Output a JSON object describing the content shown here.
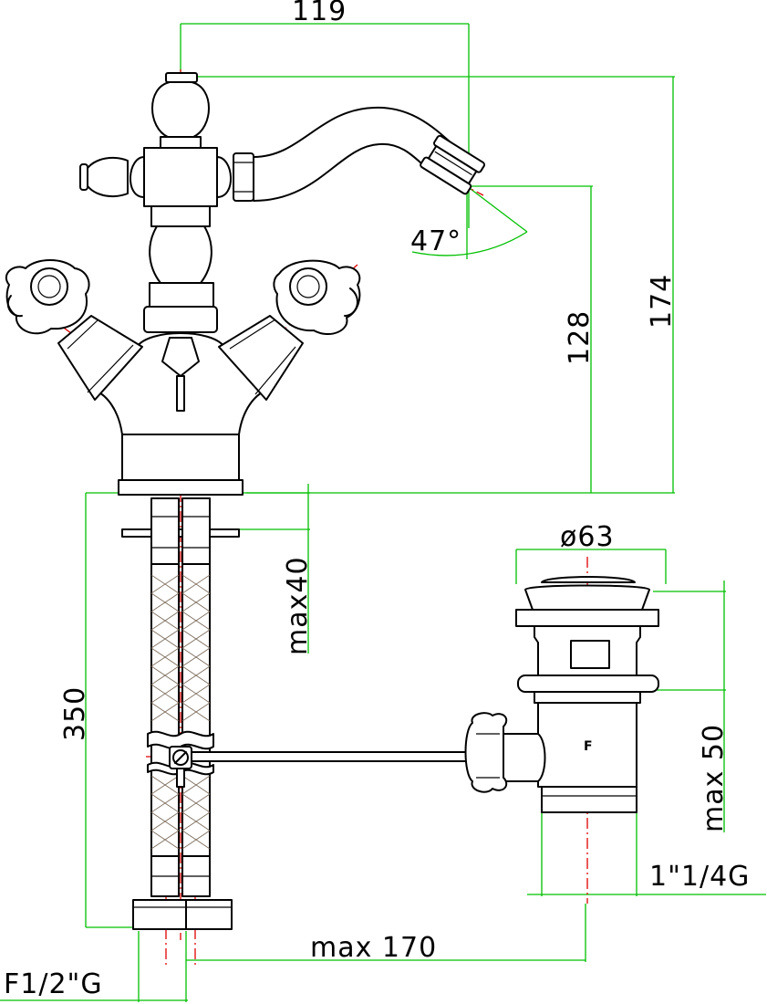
{
  "dimensions": {
    "spout_reach": "119",
    "total_height": "174",
    "spout_height": "128",
    "spout_angle": "47°",
    "max_deck": "max40",
    "hose_length": "350",
    "waste_diameter": "ø63",
    "waste_max": "max 50",
    "waste_thread": "1\"1/4G",
    "rod_length": "max 170",
    "inlet_thread": "F1/2\"G"
  },
  "markings": {
    "waste_letter": "F"
  },
  "colors": {
    "outline": "#000000",
    "dimension": "#00c000",
    "centerline": "#e00000"
  }
}
